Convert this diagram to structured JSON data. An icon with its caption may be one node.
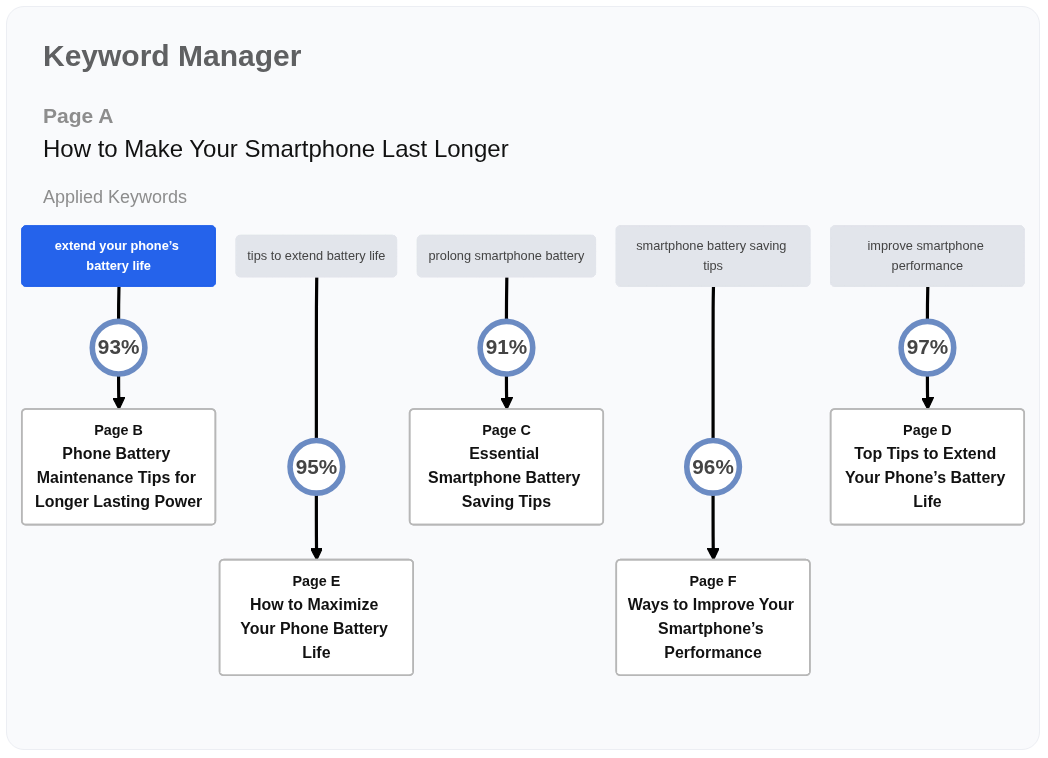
{
  "diagram": {
    "title": "Keyword Manager",
    "nodes": [
      {
        "text": [
          "extend your phone’s battery life"
        ]
      },
      {
        "text": [
          "prolong smartphone battery"
        ]
      },
      {
        "text": [
          "improve smartphone performance"
        ]
      },
      {
        "text": [
          "tips to extend battery life"
        ]
      },
      {
        "text": [
          "smartphone battery saving tips"
        ]
      },
      {
        "text": [
          "93%"
        ]
      },
      {
        "text": [
          "91%"
        ]
      },
      {
        "text": [
          "97%"
        ]
      },
      {
        "text": [
          "95%"
        ]
      },
      {
        "text": [
          "96%"
        ]
      },
      {
        "text": [
          "Page B",
          "Phone Battery Maintenance Tips for Longer Lasting Power"
        ]
      },
      {
        "text": [
          "Page C",
          "Essential Smartphone Battery Saving Tips"
        ]
      },
      {
        "text": [
          "Page D",
          "Top Tips to Extend Your Phone’s Battery Life"
        ]
      },
      {
        "text": [
          "Page E",
          "How to Maximize Your Phone Battery Life"
        ]
      },
      {
        "text": [
          "Page F",
          "Ways to Improve Your Smartphone’s Performance"
        ]
      }
    ],
    "edges": [
      {
        "from": 0,
        "to": 5,
        "arrow": "none"
      },
      {
        "from": 5,
        "to": 10,
        "arrow": "to"
      },
      {
        "from": 1,
        "to": 6,
        "arrow": "none"
      },
      {
        "from": 6,
        "to": 11,
        "arrow": "to"
      },
      {
        "from": 2,
        "to": 7,
        "arrow": "none"
      },
      {
        "from": 7,
        "to": 12,
        "arrow": "to"
      },
      {
        "from": 3,
        "to": 8,
        "arrow": "none"
      },
      {
        "from": 8,
        "to": 13,
        "arrow": "to"
      },
      {
        "from": 4,
        "to": 9,
        "arrow": "none"
      },
      {
        "from": 9,
        "to": 14,
        "arrow": "to"
      }
    ],
    "labels": [
      "Page A",
      "How to Make Your Smartphone Last Longer",
      "Applied Keywords"
    ]
  }
}
